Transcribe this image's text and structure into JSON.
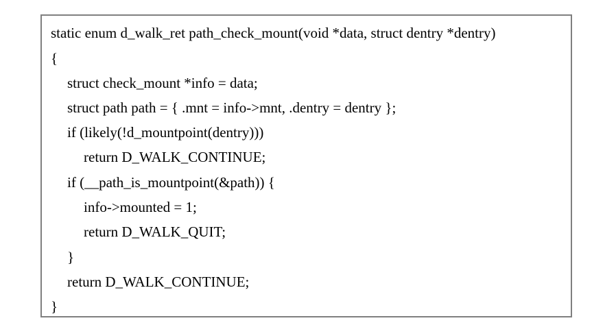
{
  "code": {
    "lines": [
      "static enum d_walk_ret path_check_mount(void *data, struct dentry *dentry)",
      "{",
      "struct check_mount *info = data;",
      "struct path path = { .mnt = info->mnt, .dentry = dentry };",
      "if (likely(!d_mountpoint(dentry)))",
      "return D_WALK_CONTINUE;",
      "if (__path_is_mountpoint(&path)) {",
      "info->mounted = 1;",
      "return D_WALK_QUIT;",
      "}",
      "return D_WALK_CONTINUE;",
      "}"
    ]
  }
}
